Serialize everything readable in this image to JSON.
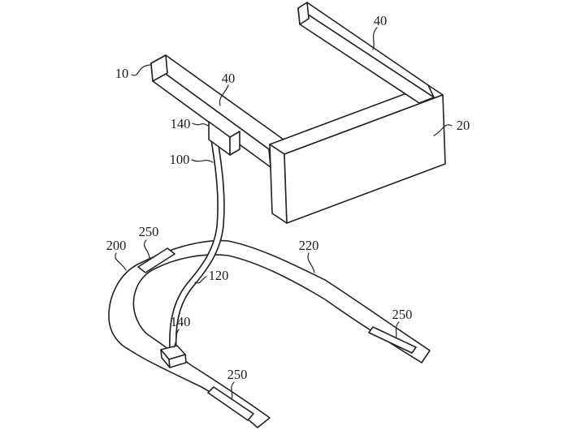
{
  "figure": {
    "type": "patent-line-drawing",
    "background_color": "#ffffff",
    "line_color": "#222222",
    "labels": {
      "frame": "10",
      "display_block": "20",
      "arm_left": "40",
      "arm_right": "40",
      "cable_upper": "100",
      "cable_lower": "120",
      "connector_upper": "140",
      "connector_lower": "140",
      "band_left_section": "200",
      "band_right_section": "220",
      "patch_top": "250",
      "patch_bottom": "250",
      "patch_right": "250"
    }
  }
}
